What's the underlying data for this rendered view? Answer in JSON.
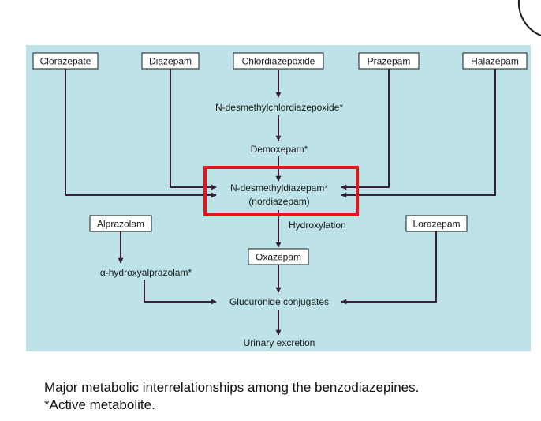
{
  "colors": {
    "panel": "#bde3e8",
    "box_fill": "#ffffff",
    "box_stroke": "#1a1a1a",
    "arrow": "#3b1e3f",
    "highlight": "#e8141b"
  },
  "sources": {
    "clorazepate": "Clorazepate",
    "diazepam": "Diazepam",
    "chlordiazepoxide": "Chlordiazepoxide",
    "prazepam": "Prazepam",
    "halazepam": "Halazepam"
  },
  "intermediates": {
    "n_desmethylchlordiazepoxide": "N-desmethylchlordiazepoxide*",
    "demoxepam": "Demoxepam*",
    "n_desmethyldiazepam": "N-desmethyldiazepam*",
    "nordiazepam": "(nordiazepam)",
    "hydroxylation": "Hydroxylation",
    "alpha_hydroxyalprazolam": "α-hydroxyalprazolam*",
    "glucuronide_conjugates": "Glucuronide conjugates",
    "urinary_excretion": "Urinary excretion"
  },
  "boxes": {
    "alprazolam": "Alprazolam",
    "lorazepam": "Lorazepam",
    "oxazepam": "Oxazepam"
  },
  "caption": {
    "line1": "Major metabolic interrelationships among the benzodiazepines.",
    "line2": "*Active metabolite."
  }
}
